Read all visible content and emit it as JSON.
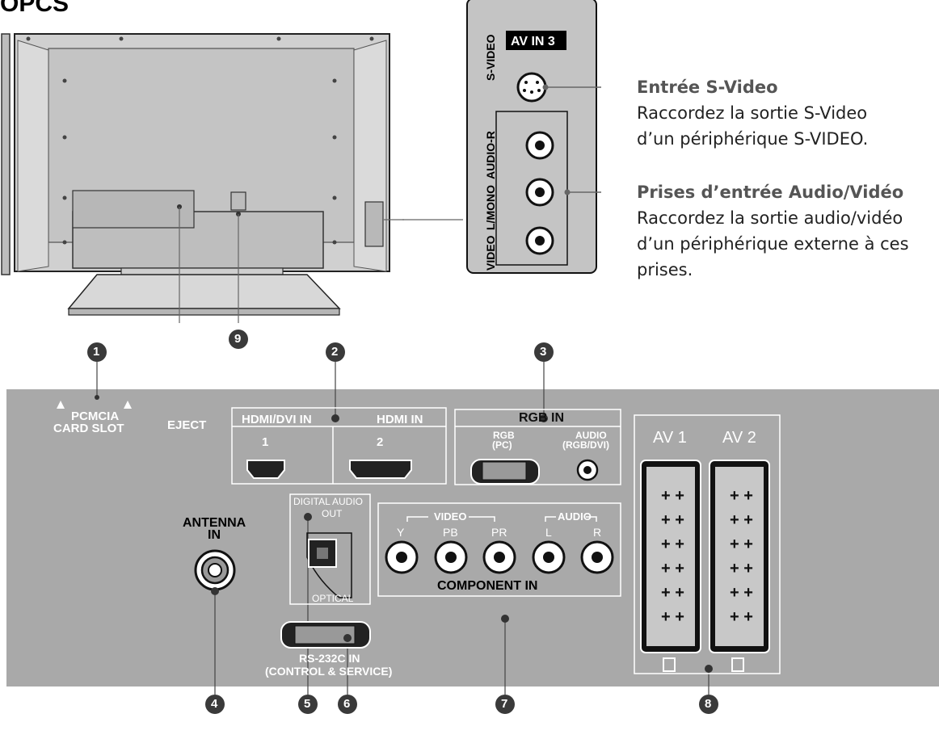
{
  "header": {
    "title_fragment": "OPCS"
  },
  "side_panel": {
    "av_in_label": "AV IN 3",
    "svideo_port": "S-VIDEO",
    "audio_r": "AUDIO-R",
    "lmono": "L/MONO",
    "video": "VIDEO"
  },
  "callouts": {
    "svideo_title": "Entrée S-Video",
    "svideo_line1": "Raccordez la sortie S-Video",
    "svideo_line2": "d’un périphérique S-VIDEO.",
    "av_title": "Prises d’entrée Audio/Vidéo",
    "av_line1": "Raccordez la sortie audio/vidéo",
    "av_line2": "d’un périphérique externe à ces",
    "av_line3": "prises."
  },
  "panel": {
    "pcmcia_1": "PCMCIA",
    "pcmcia_2": "CARD SLOT",
    "eject": "EJECT",
    "hdmi_dvi_in": "HDMI/DVI IN",
    "hdmi_in": "HDMI IN",
    "hdmi_1": "1",
    "hdmi_2": "2",
    "rgb_in": "RGB IN",
    "rgb_pc_1": "RGB",
    "rgb_pc_2": "(PC)",
    "audio_rgb_1": "AUDIO",
    "audio_rgb_2": "(RGB/DVI)",
    "av1": "AV 1",
    "av2": "AV 2",
    "antenna_1": "ANTENNA",
    "antenna_2": "IN",
    "digital_audio_1": "DIGITAL AUDIO",
    "digital_audio_2": "OUT",
    "optical": "OPTICAL",
    "video": "VIDEO",
    "audio": "AUDIO",
    "y": "Y",
    "pb": "PB",
    "pr": "PR",
    "l": "L",
    "r": "R",
    "component_in": "COMPONENT IN",
    "rs232_1": "RS-232C IN",
    "rs232_2": "(CONTROL & SERVICE)"
  },
  "markers": [
    "1",
    "2",
    "3",
    "4",
    "5",
    "6",
    "7",
    "8",
    "9"
  ],
  "colors": {
    "panel_gray": "#a9a9a9",
    "tv_gray": "#c8c8c8",
    "marker": "#3a3a3a"
  }
}
